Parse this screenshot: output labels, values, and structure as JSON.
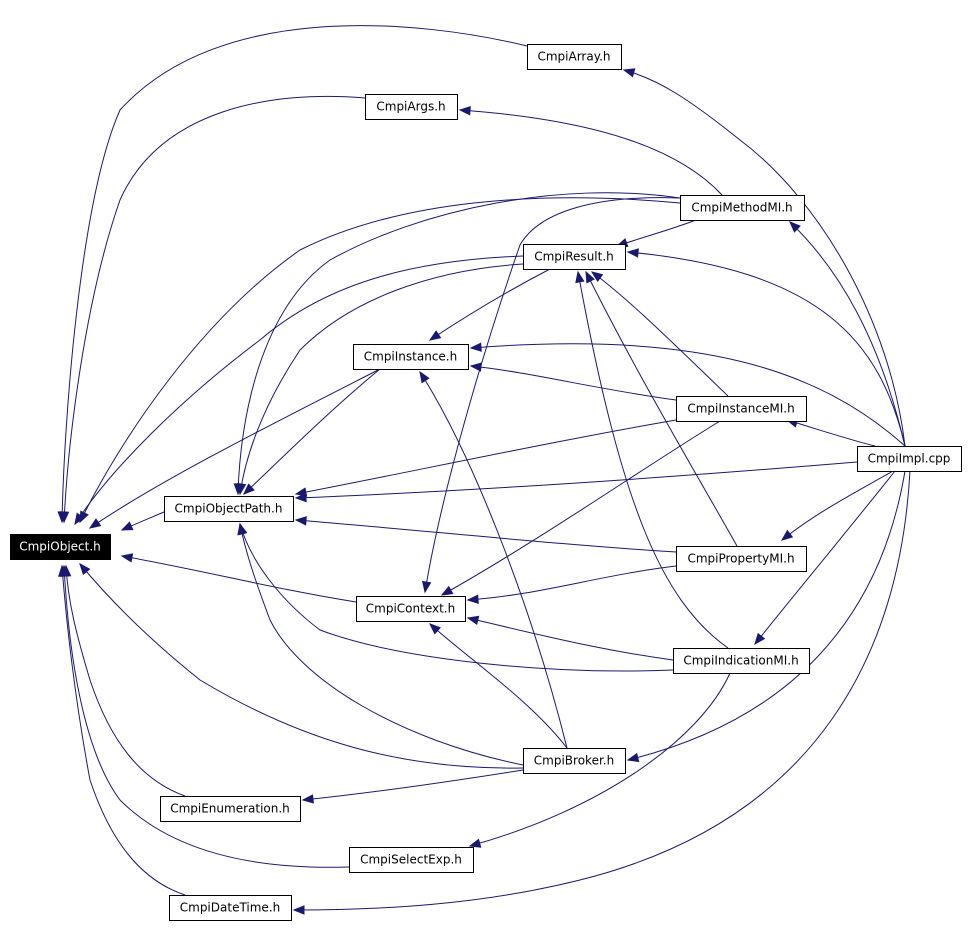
{
  "diagram": {
    "type": "include-dependency-graph",
    "edge_color": "#191970",
    "root": "CmpiObject.h",
    "nodes": [
      {
        "id": "CmpiObject.h",
        "label": "CmpiObject.h",
        "highlighted": true
      },
      {
        "id": "CmpiArray.h",
        "label": "CmpiArray.h"
      },
      {
        "id": "CmpiArgs.h",
        "label": "CmpiArgs.h"
      },
      {
        "id": "CmpiMethodMI.h",
        "label": "CmpiMethodMI.h"
      },
      {
        "id": "CmpiResult.h",
        "label": "CmpiResult.h"
      },
      {
        "id": "CmpiInstance.h",
        "label": "CmpiInstance.h"
      },
      {
        "id": "CmpiInstanceMI.h",
        "label": "CmpiInstanceMI.h"
      },
      {
        "id": "CmpiImpl.cpp",
        "label": "CmpiImpl.cpp"
      },
      {
        "id": "CmpiObjectPath.h",
        "label": "CmpiObjectPath.h"
      },
      {
        "id": "CmpiPropertyMI.h",
        "label": "CmpiPropertyMI.h"
      },
      {
        "id": "CmpiContext.h",
        "label": "CmpiContext.h"
      },
      {
        "id": "CmpiIndicationMI.h",
        "label": "CmpiIndicationMI.h"
      },
      {
        "id": "CmpiBroker.h",
        "label": "CmpiBroker.h"
      },
      {
        "id": "CmpiEnumeration.h",
        "label": "CmpiEnumeration.h"
      },
      {
        "id": "CmpiSelectExp.h",
        "label": "CmpiSelectExp.h"
      },
      {
        "id": "CmpiDateTime.h",
        "label": "CmpiDateTime.h"
      }
    ],
    "edges": [
      {
        "from": "CmpiArray.h",
        "to": "CmpiObject.h"
      },
      {
        "from": "CmpiArgs.h",
        "to": "CmpiObject.h"
      },
      {
        "from": "CmpiMethodMI.h",
        "to": "CmpiObject.h"
      },
      {
        "from": "CmpiResult.h",
        "to": "CmpiObject.h"
      },
      {
        "from": "CmpiInstance.h",
        "to": "CmpiObject.h"
      },
      {
        "from": "CmpiObjectPath.h",
        "to": "CmpiObject.h"
      },
      {
        "from": "CmpiContext.h",
        "to": "CmpiObject.h"
      },
      {
        "from": "CmpiBroker.h",
        "to": "CmpiObject.h"
      },
      {
        "from": "CmpiEnumeration.h",
        "to": "CmpiObject.h"
      },
      {
        "from": "CmpiSelectExp.h",
        "to": "CmpiObject.h"
      },
      {
        "from": "CmpiDateTime.h",
        "to": "CmpiObject.h"
      },
      {
        "from": "CmpiImpl.cpp",
        "to": "CmpiArray.h"
      },
      {
        "from": "CmpiMethodMI.h",
        "to": "CmpiArgs.h"
      },
      {
        "from": "CmpiImpl.cpp",
        "to": "CmpiMethodMI.h"
      },
      {
        "from": "CmpiMethodMI.h",
        "to": "CmpiResult.h"
      },
      {
        "from": "CmpiImpl.cpp",
        "to": "CmpiResult.h"
      },
      {
        "from": "CmpiInstanceMI.h",
        "to": "CmpiResult.h"
      },
      {
        "from": "CmpiPropertyMI.h",
        "to": "CmpiResult.h"
      },
      {
        "from": "CmpiIndicationMI.h",
        "to": "CmpiResult.h"
      },
      {
        "from": "CmpiResult.h",
        "to": "CmpiInstance.h"
      },
      {
        "from": "CmpiImpl.cpp",
        "to": "CmpiInstance.h"
      },
      {
        "from": "CmpiInstanceMI.h",
        "to": "CmpiInstance.h"
      },
      {
        "from": "CmpiBroker.h",
        "to": "CmpiInstance.h"
      },
      {
        "from": "CmpiImpl.cpp",
        "to": "CmpiInstanceMI.h"
      },
      {
        "from": "CmpiMethodMI.h",
        "to": "CmpiObjectPath.h"
      },
      {
        "from": "CmpiResult.h",
        "to": "CmpiObjectPath.h"
      },
      {
        "from": "CmpiInstance.h",
        "to": "CmpiObjectPath.h"
      },
      {
        "from": "CmpiInstanceMI.h",
        "to": "CmpiObjectPath.h"
      },
      {
        "from": "CmpiImpl.cpp",
        "to": "CmpiObjectPath.h"
      },
      {
        "from": "CmpiPropertyMI.h",
        "to": "CmpiObjectPath.h"
      },
      {
        "from": "CmpiIndicationMI.h",
        "to": "CmpiObjectPath.h"
      },
      {
        "from": "CmpiBroker.h",
        "to": "CmpiObjectPath.h"
      },
      {
        "from": "CmpiImpl.cpp",
        "to": "CmpiPropertyMI.h"
      },
      {
        "from": "CmpiMethodMI.h",
        "to": "CmpiContext.h"
      },
      {
        "from": "CmpiInstanceMI.h",
        "to": "CmpiContext.h"
      },
      {
        "from": "CmpiPropertyMI.h",
        "to": "CmpiContext.h"
      },
      {
        "from": "CmpiIndicationMI.h",
        "to": "CmpiContext.h"
      },
      {
        "from": "CmpiBroker.h",
        "to": "CmpiContext.h"
      },
      {
        "from": "CmpiImpl.cpp",
        "to": "CmpiIndicationMI.h"
      },
      {
        "from": "CmpiImpl.cpp",
        "to": "CmpiBroker.h"
      },
      {
        "from": "CmpiBroker.h",
        "to": "CmpiEnumeration.h"
      },
      {
        "from": "CmpiIndicationMI.h",
        "to": "CmpiSelectExp.h"
      },
      {
        "from": "CmpiImpl.cpp",
        "to": "CmpiDateTime.h"
      }
    ]
  }
}
